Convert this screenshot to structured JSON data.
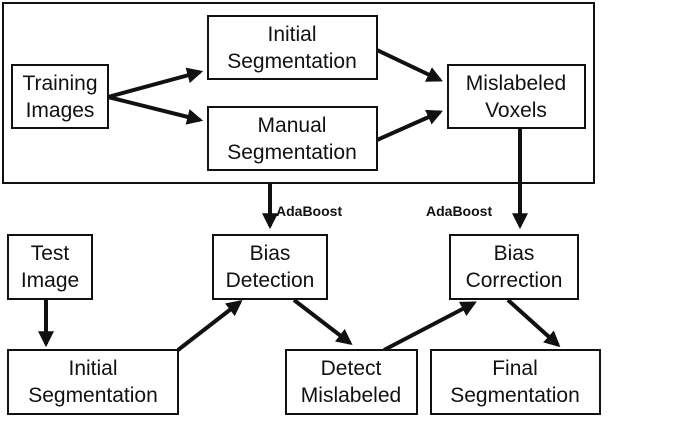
{
  "nodes": {
    "training_images": [
      "Training",
      "Images"
    ],
    "initial_segmentation_top": [
      "Initial",
      "Segmentation"
    ],
    "manual_segmentation": [
      "Manual",
      "Segmentation"
    ],
    "mislabeled_voxels": [
      "Mislabeled",
      "Voxels"
    ],
    "test_image": [
      "Test",
      "Image"
    ],
    "bias_detection": [
      "Bias",
      "Detection"
    ],
    "bias_correction": [
      "Bias",
      "Correction"
    ],
    "initial_segmentation_bottom": [
      "Initial",
      "Segmentation"
    ],
    "detect_mislabeled": [
      "Detect",
      "Mislabeled"
    ],
    "final_segmentation": [
      "Final",
      "Segmentation"
    ]
  },
  "edge_labels": {
    "adaboost_left": "AdaBoost",
    "adaboost_right": "AdaBoost"
  }
}
